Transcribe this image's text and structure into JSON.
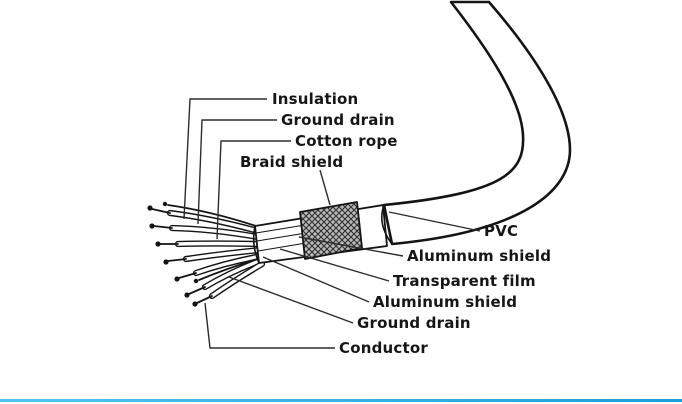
{
  "labels": {
    "insulation": "Insulation",
    "ground_drain_top": "Ground drain",
    "cotton_rope": "Cotton rope",
    "braid_shield": "Braid shield",
    "pvc": "PVC",
    "aluminum_shield_outer": "Aluminum shield",
    "transparent_film": "Transparent film",
    "aluminum_shield_inner": "Aluminum shield",
    "ground_drain_bottom": "Ground drain",
    "conductor": "Conductor"
  },
  "colors": {
    "ink": "#141414",
    "background": "#ffffff",
    "accent_line": "#2eb0e8",
    "braid_fill": "#b9b9b9"
  }
}
